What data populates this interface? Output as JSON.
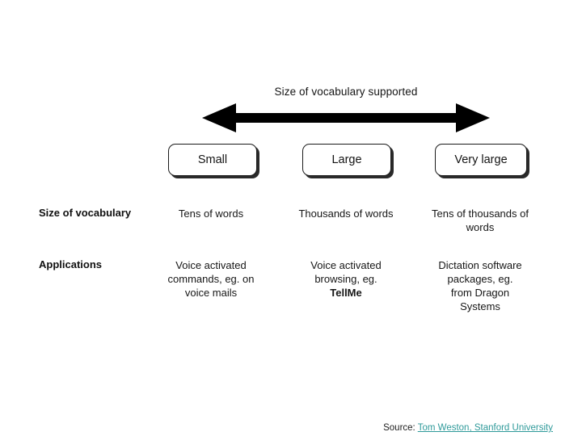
{
  "diagram": {
    "arrow": {
      "label": "Size of vocabulary supported",
      "direction": "double-headed-horizontal",
      "color": "#000000"
    },
    "columns": [
      {
        "box_label": "Small",
        "size_of_vocabulary": "Tens of words",
        "applications_lines": [
          "Voice activated",
          "commands, eg. on",
          "voice mails"
        ],
        "applications_emphasis": ""
      },
      {
        "box_label": "Large",
        "size_of_vocabulary": "Thousands of words",
        "applications_lines": [
          "Voice activated",
          "browsing, eg."
        ],
        "applications_emphasis": "TellMe"
      },
      {
        "box_label": "Very large",
        "size_of_vocabulary": "Tens of thousands of words",
        "applications_lines": [
          "Dictation software",
          "packages, eg.",
          "from Dragon",
          "Systems"
        ],
        "applications_emphasis": ""
      }
    ],
    "row_labels": {
      "vocabulary": "Size of vocabulary",
      "applications": "Applications"
    }
  },
  "source": {
    "prefix": "Source:",
    "link_text": "Tom Weston, Stanford University",
    "link_color": "#2f9a9a"
  }
}
